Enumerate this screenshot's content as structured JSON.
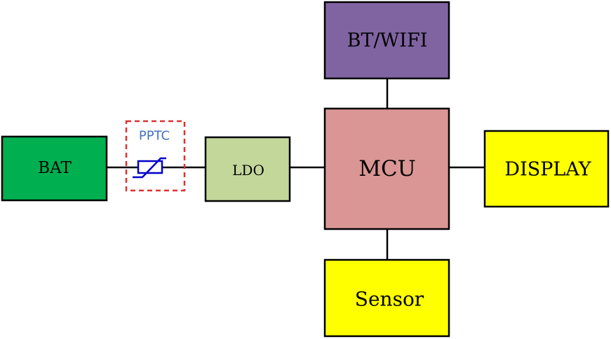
{
  "blocks": {
    "bat": {
      "label": "BAT",
      "color": "#00B050"
    },
    "ldo": {
      "label": "LDO",
      "color": "#C4D79B"
    },
    "mcu": {
      "label": "MCU",
      "color": "#DA9694"
    },
    "bt_wifi": {
      "label": "BT/WIFI",
      "color": "#8064A2"
    },
    "display": {
      "label": "DISPLAY",
      "color": "#FFFF00"
    },
    "sensor": {
      "label": "Sensor",
      "color": "#FFFF00"
    }
  },
  "pptc": {
    "label": "PPTC",
    "label_color": "#4472C4",
    "symbol_color": "#0000CC",
    "box_color": "#E03030",
    "icon": "ptc-thermistor-icon"
  },
  "connections": [
    {
      "from": "bat",
      "to": "pptc"
    },
    {
      "from": "pptc",
      "to": "ldo"
    },
    {
      "from": "ldo",
      "to": "mcu"
    },
    {
      "from": "mcu",
      "to": "display"
    },
    {
      "from": "mcu",
      "to": "bt_wifi"
    },
    {
      "from": "mcu",
      "to": "sensor"
    }
  ]
}
